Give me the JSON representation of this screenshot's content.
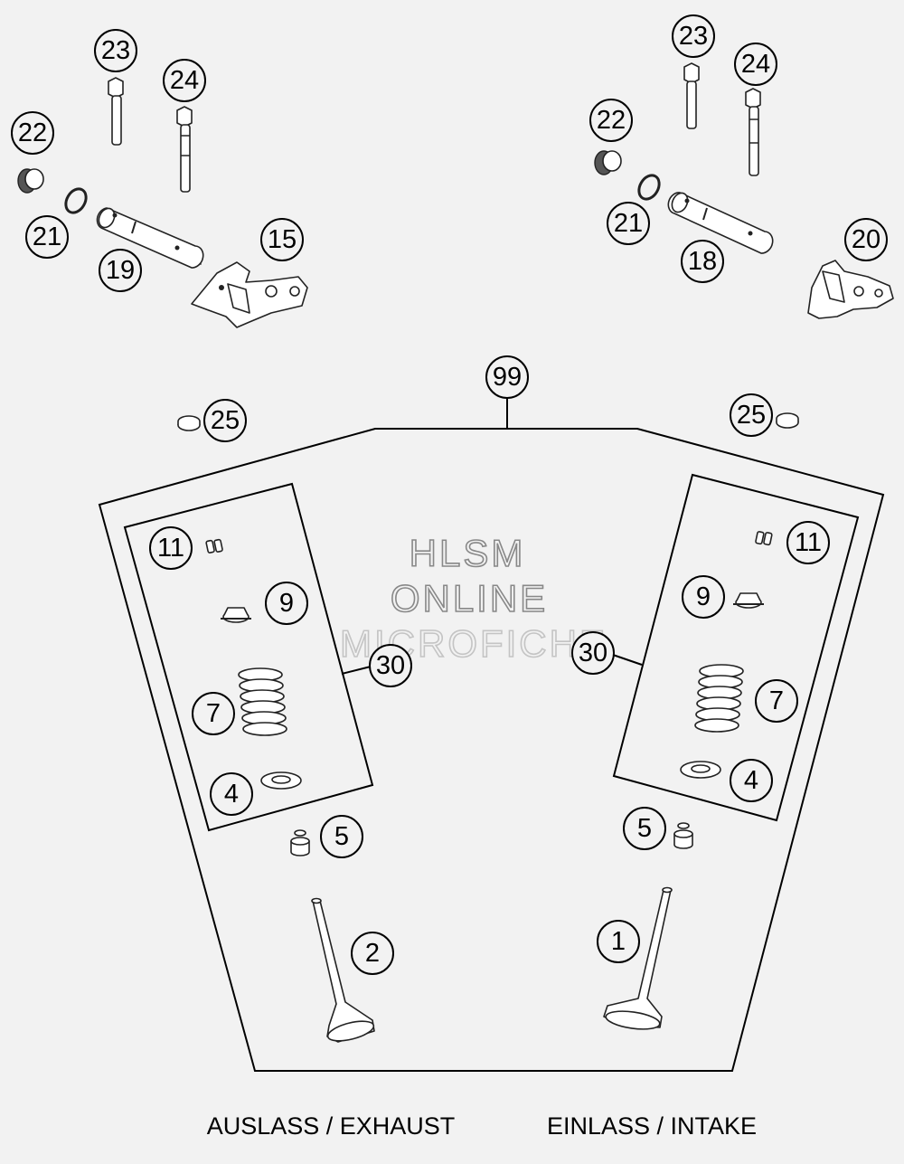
{
  "callouts": {
    "c23_left": "23",
    "c24_left": "24",
    "c22_left": "22",
    "c21_left": "21",
    "c19": "19",
    "c15": "15",
    "c23_right": "23",
    "c24_right": "24",
    "c22_right": "22",
    "c21_right": "21",
    "c18": "18",
    "c20": "20",
    "c99": "99",
    "c25_left": "25",
    "c25_right": "25",
    "c11_left": "11",
    "c9_left": "9",
    "c7_left": "7",
    "c4_left": "4",
    "c30_left": "30",
    "c5_left": "5",
    "c2": "2",
    "c11_right": "11",
    "c9_right": "9",
    "c7_right": "7",
    "c4_right": "4",
    "c30_right": "30",
    "c5_right": "5",
    "c1": "1"
  },
  "watermark": {
    "line1": "HLSM",
    "line2": "ONLINE",
    "line3": "MICROFICHE"
  },
  "footer": {
    "exhaust_label": "AUSLASS / EXHAUST",
    "intake_label": "EINLASS / INTAKE"
  }
}
